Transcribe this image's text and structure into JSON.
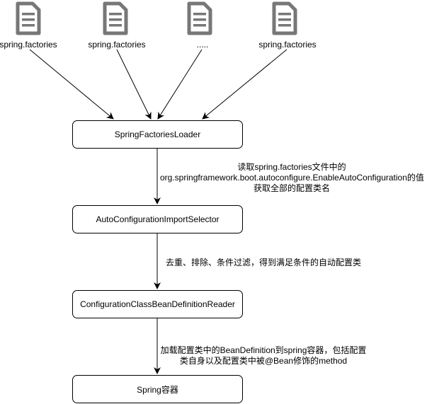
{
  "files": [
    {
      "label": "spring.factories"
    },
    {
      "label": "spring.factories"
    },
    {
      "label": "....."
    },
    {
      "label": "spring.factories"
    }
  ],
  "boxes": {
    "loader": "SpringFactoriesLoader",
    "selector": "AutoConfigurationImportSelector",
    "reader": "ConfigurationClassBeanDefinitionReader",
    "container": "Spring容器"
  },
  "notes": {
    "read_line1": "读取spring.factories文件中的",
    "read_line2": "org.springframework.boot.autoconfigure.EnableAutoConfiguration的值",
    "read_line3": "获取全部的配置类名",
    "filter": "去重、排除、条件过滤，得到满足条件的自动配置类",
    "load_line1": "加载配置类中的BeanDefinition到spring容器，包括配置",
    "load_line2": "类自身以及配置类中被@Bean修饰的method"
  },
  "colors": {
    "icon": "#777777",
    "line": "#000000"
  },
  "icon": "document-icon"
}
